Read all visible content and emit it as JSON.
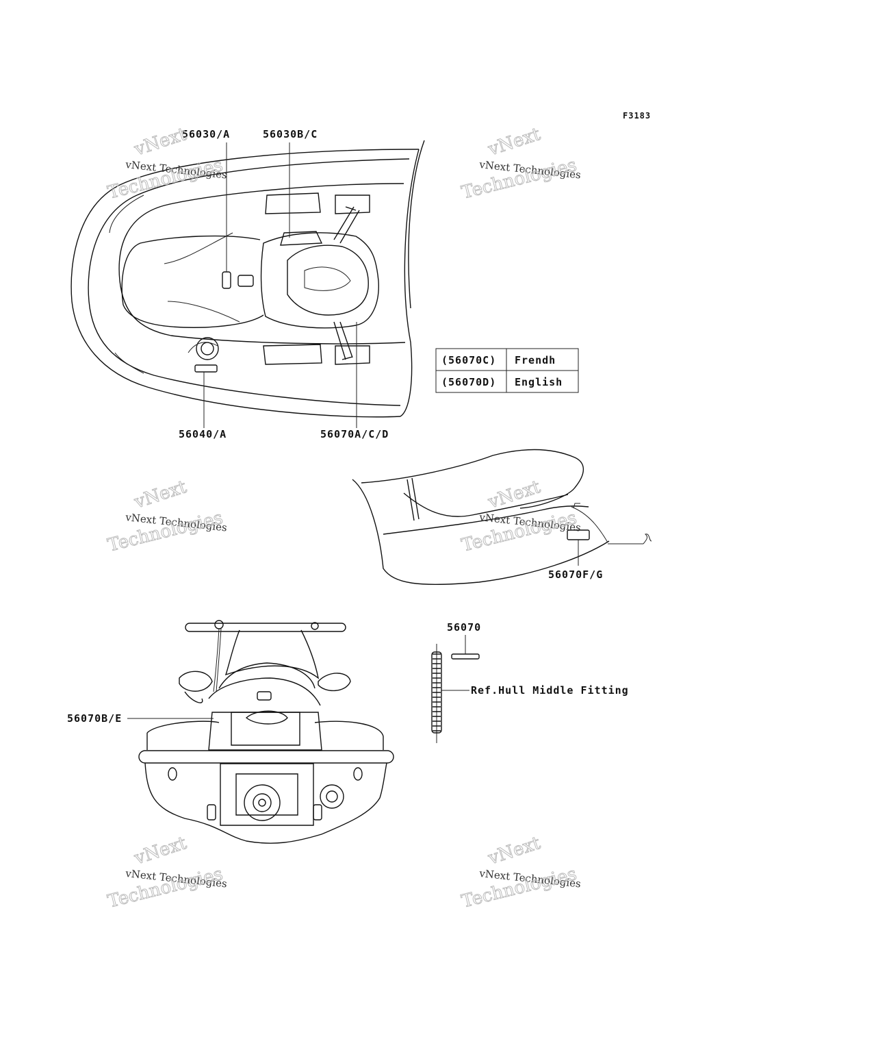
{
  "figure_code": "F3183",
  "callouts": {
    "c56030a": "56030/A",
    "c56030bc": "56030B/C",
    "c56040a": "56040/A",
    "c56070acd": "56070A/C/D",
    "c56070fg": "56070F/G",
    "c56070": "56070",
    "c56070be": "56070B/E",
    "ref_hull": "Ref.Hull Middle Fitting"
  },
  "legend_table": {
    "rows": [
      {
        "code": "(56070C)",
        "language": "Frendh"
      },
      {
        "code": "(56070D)",
        "language": "English"
      }
    ]
  },
  "watermark": {
    "line1": "vNext Technologies",
    "line2": "vNext",
    "line3": "Technologies"
  }
}
